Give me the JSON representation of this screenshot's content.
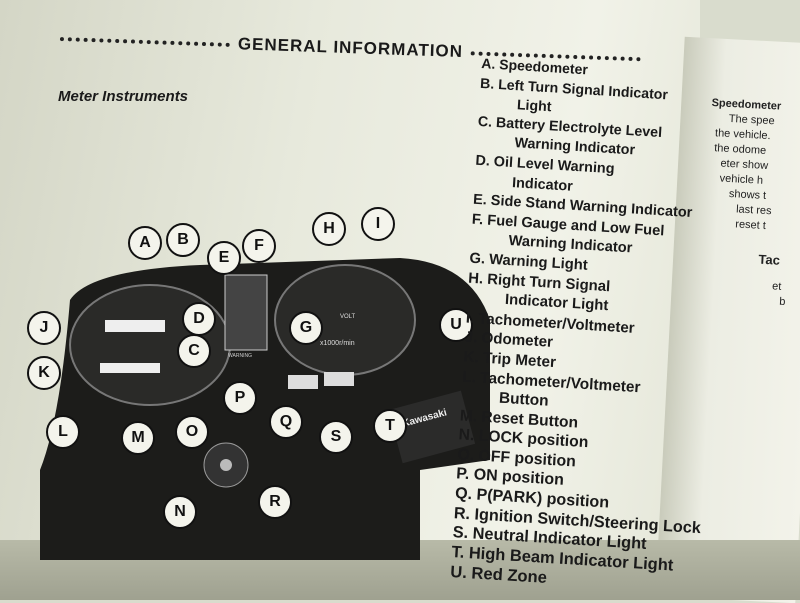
{
  "header": {
    "title": "GENERAL INFORMATION"
  },
  "section_title": "Meter Instruments",
  "callouts": [
    "A",
    "B",
    "C",
    "D",
    "E",
    "F",
    "G",
    "H",
    "I",
    "J",
    "K",
    "L",
    "M",
    "N",
    "O",
    "P",
    "Q",
    "R",
    "S",
    "T",
    "U"
  ],
  "legend": [
    {
      "text": "A. Speedometer"
    },
    {
      "text": "B. Left Turn Signal Indicator",
      "cont": "Light"
    },
    {
      "text": "C. Battery Electrolyte Level",
      "cont": "Warning Indicator"
    },
    {
      "text": "D. Oil Level Warning",
      "cont": "Indicator"
    },
    {
      "text": "E. Side Stand Warning Indicator"
    },
    {
      "text": "F. Fuel Gauge and Low Fuel",
      "cont": "Warning Indicator"
    },
    {
      "text": "G. Warning Light"
    },
    {
      "text": "H. Right Turn Signal",
      "cont": "Indicator Light"
    },
    {
      "text": "I. Tachometer/Voltmeter"
    },
    {
      "text": "J. Odometer"
    },
    {
      "text": "K. Trip Meter"
    },
    {
      "text": "L. Tachometer/Voltmeter",
      "cont": "Button"
    },
    {
      "text": "M. Reset Button"
    },
    {
      "text": "N. LOCK position"
    },
    {
      "text": "O. OFF position"
    },
    {
      "text": "P. ON position"
    },
    {
      "text": "Q. P(PARK) position"
    },
    {
      "text": "R. Ignition Switch/Steering Lock"
    },
    {
      "text": "S. Neutral Indicator Light"
    },
    {
      "text": "T. High Beam Indicator Light"
    },
    {
      "text": "U. Red Zone"
    }
  ],
  "right_page": {
    "heading": "Speedometer",
    "lines": [
      "The spee",
      "the vehicle.",
      "the odome",
      "eter show",
      "vehicle h",
      "shows t",
      "last res",
      "reset t"
    ],
    "heading2": "Tac",
    "lines2": [
      "et",
      "b"
    ]
  },
  "photo_text": {
    "brand": "Kawasaki",
    "gauge_unit": "x1000r/min",
    "volt": "VOLT",
    "warning": "WARNING"
  }
}
